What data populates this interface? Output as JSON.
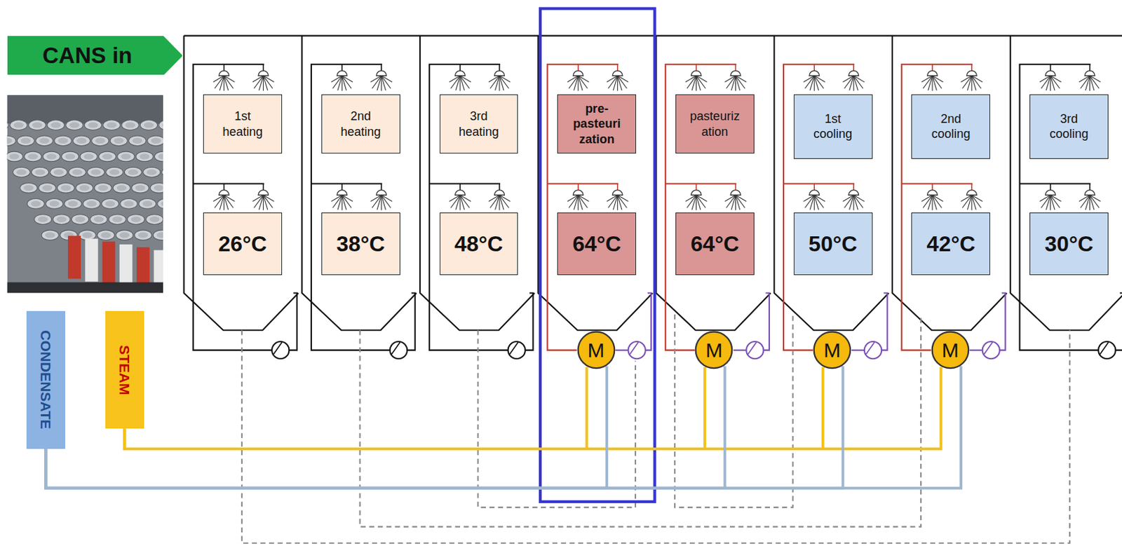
{
  "diagram": {
    "nodes": [
      {
        "text": [
          "CANS in"
        ]
      },
      {
        "text": [
          "1st heating"
        ]
      },
      {
        "text": [
          "26°C"
        ]
      },
      {
        "text": [
          "2nd heating"
        ]
      },
      {
        "text": [
          "38°C"
        ]
      },
      {
        "text": [
          "3rd heating"
        ]
      },
      {
        "text": [
          "48°C"
        ]
      },
      {
        "text": [
          "pre- pasteuri zation"
        ]
      },
      {
        "text": [
          "64°C"
        ]
      },
      {
        "text": [
          "pasteuriz ation"
        ]
      },
      {
        "text": [
          "64°C"
        ]
      },
      {
        "text": [
          "1st cooling"
        ]
      },
      {
        "text": [
          "50°C"
        ]
      },
      {
        "text": [
          "2nd cooling"
        ]
      },
      {
        "text": [
          "42°C"
        ]
      },
      {
        "text": [
          "3rd cooling"
        ]
      },
      {
        "text": [
          "30°C"
        ]
      },
      {
        "text": [
          "CONDENSATE"
        ]
      },
      {
        "text": [
          "STEAM"
        ]
      },
      {
        "text": [
          "M"
        ]
      },
      {
        "text": [
          "M"
        ]
      },
      {
        "text": [
          "M"
        ]
      },
      {
        "text": [
          "M"
        ]
      }
    ],
    "edges": [
      {
        "from": 18,
        "to": 19,
        "arrow": "none"
      },
      {
        "from": 18,
        "to": 20,
        "arrow": "none"
      },
      {
        "from": 18,
        "to": 21,
        "arrow": "none"
      },
      {
        "from": 18,
        "to": 22,
        "arrow": "none"
      },
      {
        "from": 19,
        "to": 17,
        "arrow": "none"
      },
      {
        "from": 20,
        "to": 17,
        "arrow": "none"
      },
      {
        "from": 21,
        "to": 17,
        "arrow": "none"
      },
      {
        "from": 22,
        "to": 17,
        "arrow": "none"
      }
    ]
  }
}
